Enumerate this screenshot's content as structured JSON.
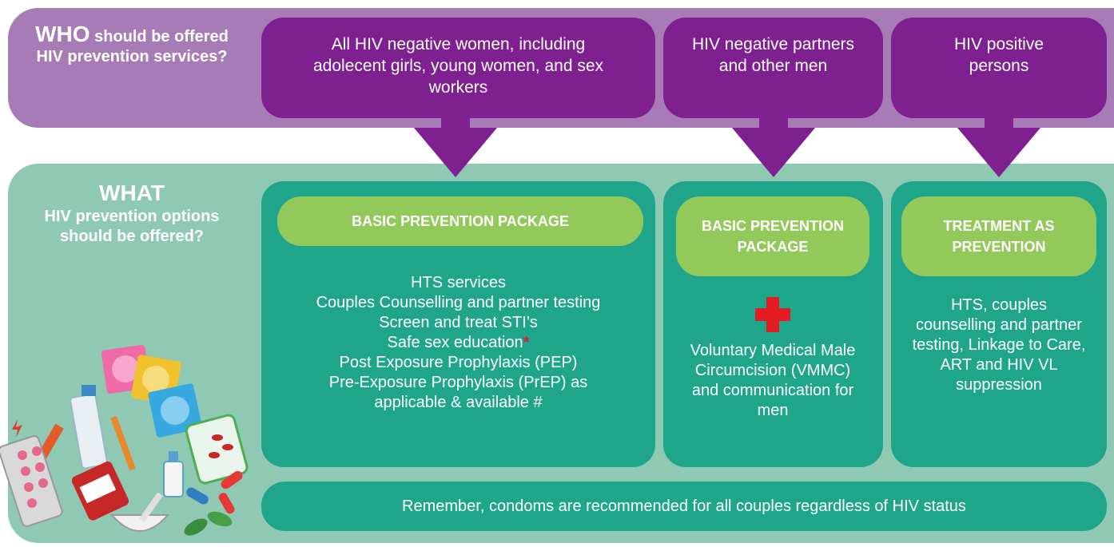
{
  "who": {
    "title_big": "WHO",
    "title_rest": " should be offered HIV prevention services?",
    "columns": [
      "All HIV negative women, including adolecent girls, young women, and sex workers",
      "HIV negative partners and other men",
      "HIV positive persons"
    ]
  },
  "what": {
    "title_big": "WHAT",
    "title_rest": "HIV prevention options should be offered?"
  },
  "col1": {
    "pill": "BASIC PREVENTION PACKAGE",
    "lines": [
      "HTS services",
      "Couples Counselling and partner testing",
      "Screen and treat STI’s",
      "Safe sex education",
      "Post Exposure Prophylaxis (PEP)",
      "Pre-Exposure Prophylaxis (PrEP) as",
      "applicable & available #"
    ],
    "star": "*"
  },
  "col2": {
    "pill": "BASIC PREVENTION PACKAGE",
    "text": "Voluntary Medical Male Circumcision (VMMC) and communication for men"
  },
  "col3": {
    "pill": "TREATMENT AS PREVENTION",
    "text": "HTS, couples counselling and partner testing, Linkage to Care, ART and HIV VL suppression"
  },
  "bottom": "Remember, condoms are recommended for all couples regardless of HIV status",
  "colors": {
    "purple_band": "#a77bb5",
    "purple_box": "#7e2090",
    "green_band": "#8fc8b3",
    "green_box": "#1fa58a",
    "green_pill": "#93c95a",
    "red": "#e31b23"
  }
}
